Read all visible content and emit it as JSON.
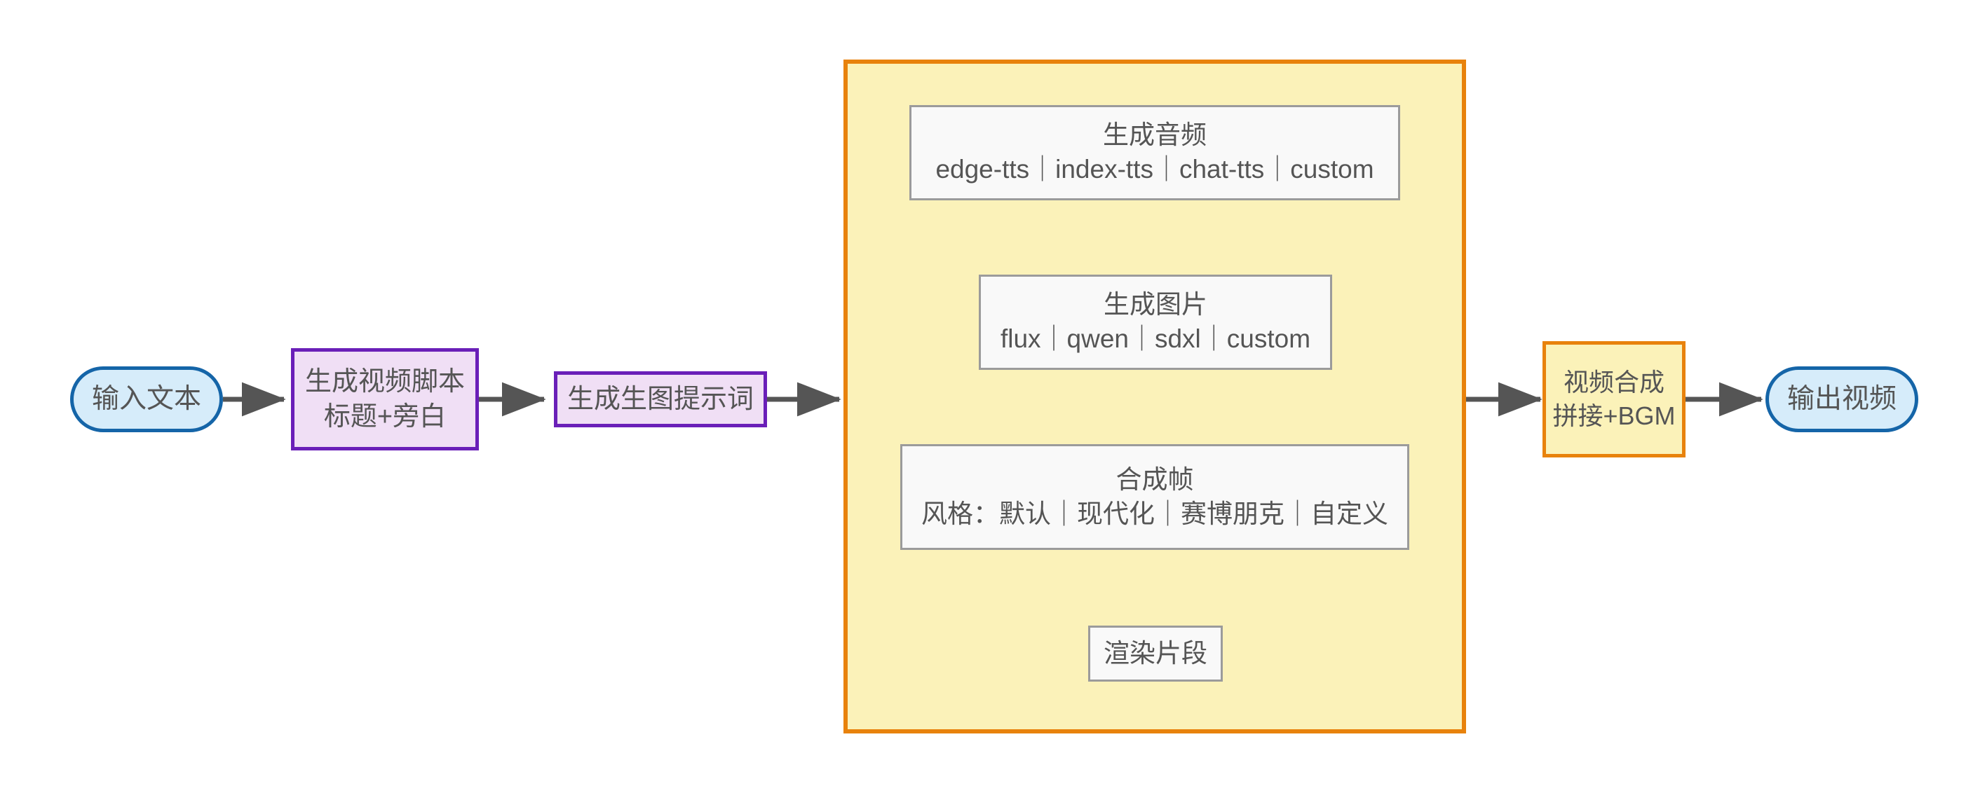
{
  "diagram": {
    "type": "flowchart",
    "direction": "left-to-right",
    "background": "#ffffff",
    "palette": {
      "terminal_fill": "#d6ecfa",
      "terminal_stroke": "#1565a8",
      "process_fill": "#f0dff5",
      "process_stroke": "#6a1fb8",
      "highlight_fill": "#fbf2b9",
      "highlight_stroke": "#e8820c",
      "plain_fill": "#f9f9f9",
      "plain_stroke": "#9b9b9b",
      "edge_stroke": "#555555",
      "text": "#555555"
    }
  },
  "nodes": {
    "input_text": {
      "label": "输入文本"
    },
    "gen_script": {
      "line1": "生成视频脚本",
      "line2": "标题+旁白"
    },
    "gen_prompt": {
      "label": "生成生图提示词"
    },
    "gen_audio": {
      "line1": "生成音频",
      "line2": "edge-tts｜index-tts｜chat-tts｜custom"
    },
    "gen_image": {
      "line1": "生成图片",
      "line2": "flux｜qwen｜sdxl｜custom"
    },
    "compose_frame": {
      "line1": "合成帧",
      "line2": "风格：默认｜现代化｜赛博朋克｜自定义"
    },
    "render_clip": {
      "label": "渲染片段"
    },
    "video_merge": {
      "line1": "视频合成",
      "line2": "拼接+BGM"
    },
    "output_video": {
      "label": "输出视频"
    }
  },
  "subgraph": {
    "title": ""
  },
  "edges": [
    {
      "from": "input_text",
      "to": "gen_script"
    },
    {
      "from": "gen_script",
      "to": "gen_prompt"
    },
    {
      "from": "gen_prompt",
      "to": "per_segment_subgraph"
    },
    {
      "from": "gen_audio",
      "to": "gen_image"
    },
    {
      "from": "gen_image",
      "to": "compose_frame"
    },
    {
      "from": "compose_frame",
      "to": "render_clip"
    },
    {
      "from": "per_segment_subgraph",
      "to": "video_merge"
    },
    {
      "from": "video_merge",
      "to": "output_video"
    }
  ]
}
